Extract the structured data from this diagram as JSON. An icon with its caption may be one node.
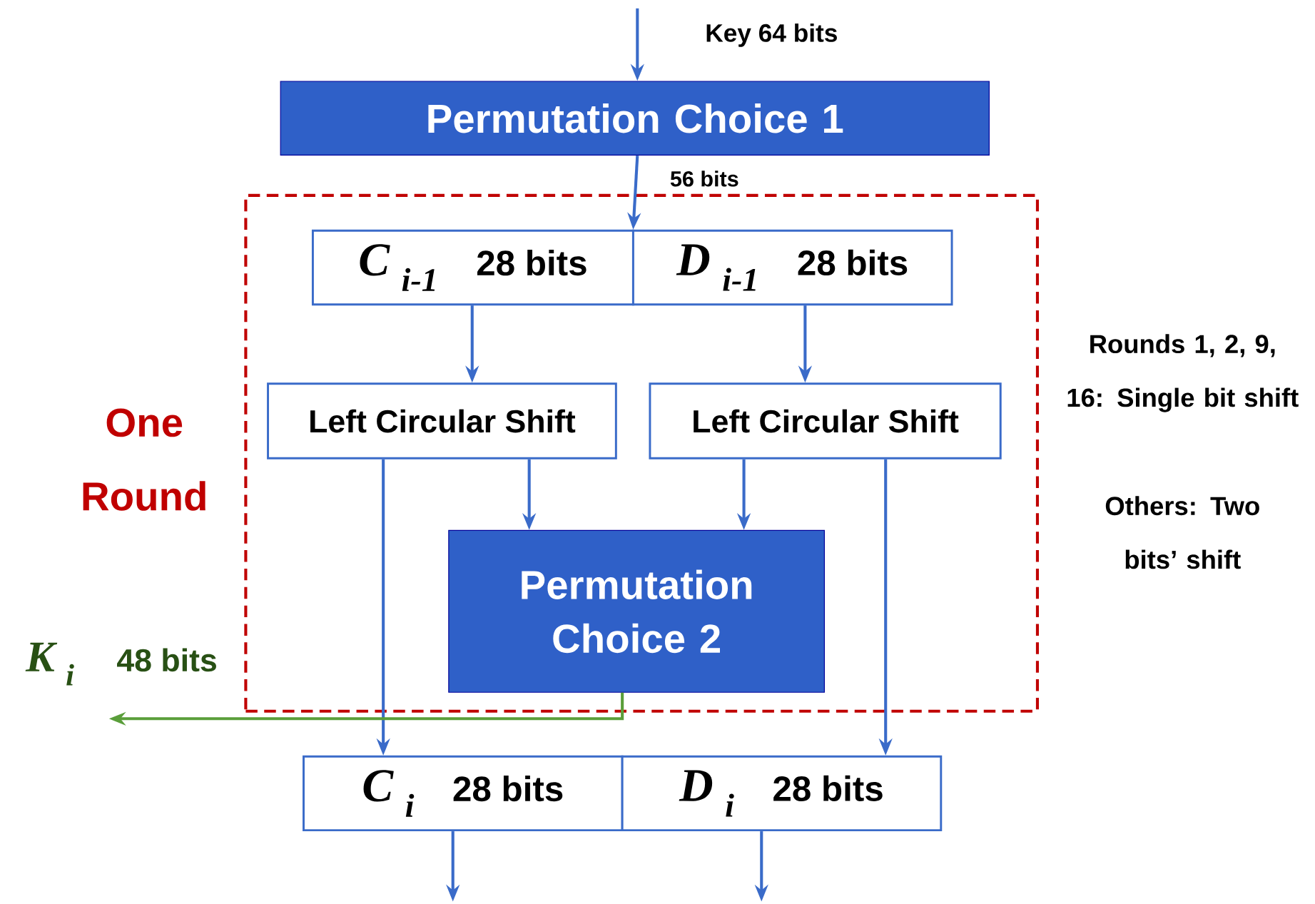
{
  "diagram": {
    "nodes": [
      {
        "text": [
          "Permutation Choice 1"
        ]
      },
      {
        "text": [
          "One Round"
        ]
      },
      {
        "text": [
          "C $_{i-1}$",
          "28 bits"
        ],
        "in": 1
      },
      {
        "text": [
          "D $_{i-1}$",
          "28 bits"
        ],
        "in": 1
      },
      {
        "text": [
          "Left Circular Shift"
        ],
        "in": 1
      },
      {
        "text": [
          "Left Circular Shift"
        ],
        "in": 1
      },
      {
        "text": [
          "Permutation Choice 2"
        ],
        "in": 1
      },
      {
        "text": [
          "K $_{i}$",
          "48 bits"
        ]
      },
      {
        "text": [
          "C $_{i}$",
          "28 bits"
        ]
      },
      {
        "text": [
          "D $_{i}$",
          "28 bits"
        ]
      }
    ],
    "edges": [
      {
        "from": null,
        "to": 0,
        "arrow": "to",
        "label": "Key  64 bits"
      },
      {
        "from": 0,
        "to": 2,
        "arrow": "to",
        "label": "56 bits"
      },
      {
        "from": 2,
        "to": 4,
        "arrow": "to"
      },
      {
        "from": 3,
        "to": 5,
        "arrow": "to"
      },
      {
        "from": 4,
        "to": 6,
        "arrow": "to"
      },
      {
        "from": 5,
        "to": 6,
        "arrow": "to"
      },
      {
        "from": 4,
        "to": 8,
        "arrow": "to"
      },
      {
        "from": 5,
        "to": 9,
        "arrow": "to"
      },
      {
        "from": 6,
        "to": 7,
        "arrow": "to",
        "color": "#5a9e3a"
      },
      {
        "from": 8,
        "to": null,
        "arrow": "to"
      },
      {
        "from": 9,
        "to": null,
        "arrow": "to"
      }
    ],
    "labels": [
      "Rounds 1, 2, 9, 16: Single bit shift",
      "Others: Two bits’ shift"
    ]
  }
}
